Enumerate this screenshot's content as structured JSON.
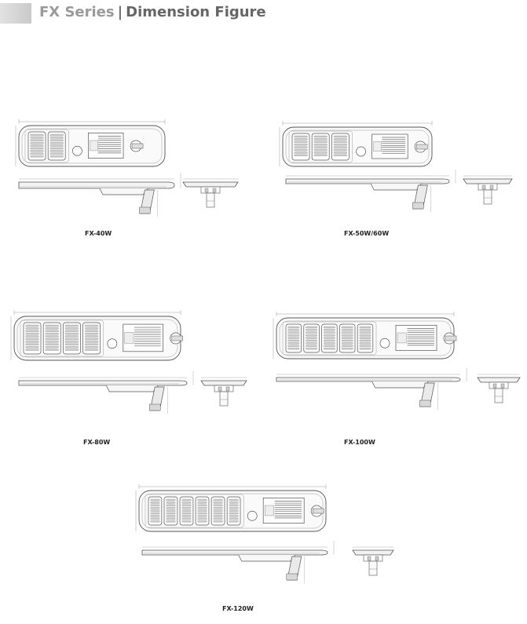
{
  "header": {
    "series": "FX Series",
    "separator": "|",
    "title": "Dimension Figure"
  },
  "figures": [
    {
      "caption": "FX-40W",
      "panels": 2
    },
    {
      "caption": "FX-50W/60W",
      "panels": 3
    },
    {
      "caption": "FX-80W",
      "panels": 4
    },
    {
      "caption": "FX-100W",
      "panels": 5
    },
    {
      "caption": "FX-120W",
      "panels": 6
    }
  ]
}
